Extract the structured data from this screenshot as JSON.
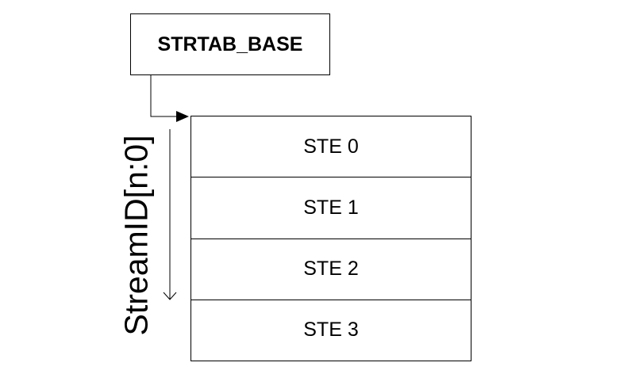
{
  "base": {
    "label": "STRTAB_BASE"
  },
  "table": {
    "entries": [
      "STE 0",
      "STE 1",
      "STE 2",
      "STE 3"
    ]
  },
  "index": {
    "label": "StreamID[n:0]"
  }
}
